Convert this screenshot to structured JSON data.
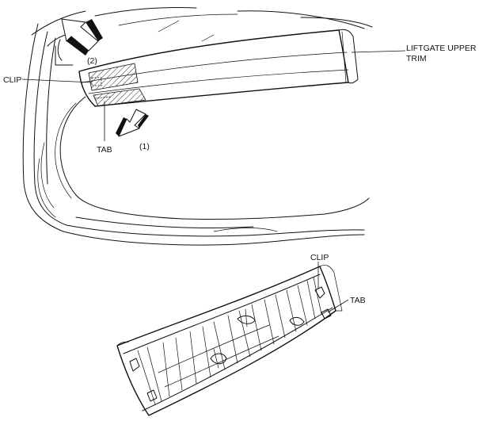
{
  "labels": {
    "liftgate_upper_trim_line1": "LIFTGATE UPPER",
    "liftgate_upper_trim_line2": "TRIM",
    "clip_top": "CLIP",
    "tab_top": "TAB",
    "step_2": "(2)",
    "step_1": "(1)",
    "clip_bottom": "CLIP",
    "tab_bottom": "TAB"
  }
}
